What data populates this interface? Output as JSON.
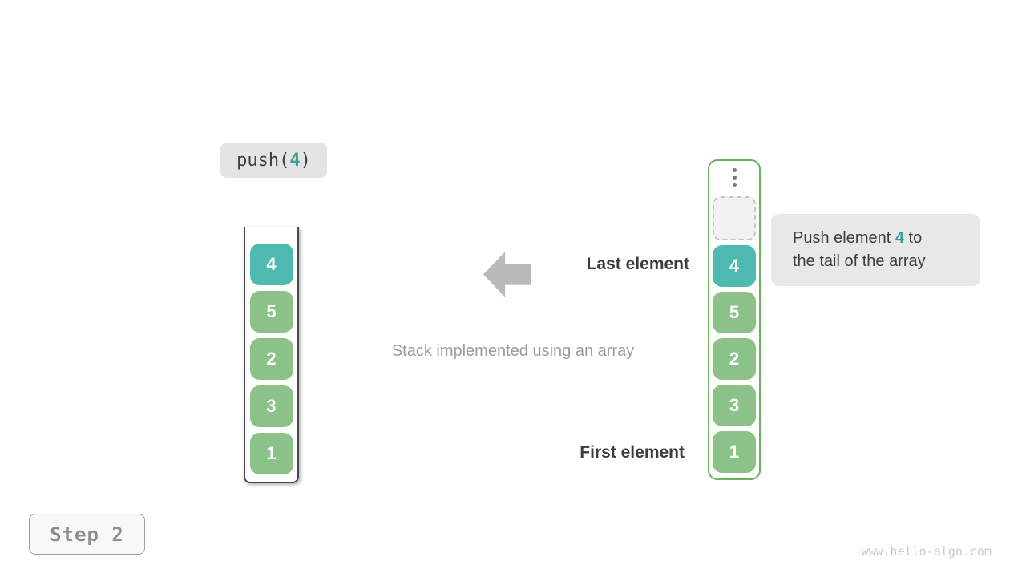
{
  "colors": {
    "teal": "#4ebab0",
    "teal-text": "#3a9d92",
    "green": "#8ac287",
    "green-border": "#6ab35f",
    "cell-text": "#ffffff",
    "text-dark": "#3d3d3d",
    "text-gray": "#9b9b9b",
    "arrow-gray": "#bababa",
    "label-bg": "#e4e4e4",
    "callout-bg": "#e8e8e8",
    "dashed-bg": "#f2f2f2",
    "dashed-border": "#c6c6c6",
    "container-line": "#4a4a4a",
    "dot-gray": "#7a7a7a",
    "step-bg": "#f8f8f8",
    "step-border": "#9e9e9e",
    "step-text": "#8d8d8d",
    "watermark-color": "#c9c9c9"
  },
  "operation": {
    "name": "push(",
    "arg": "4",
    "close": ")"
  },
  "left_stack": {
    "items": [
      {
        "value": "4",
        "highlight": true
      },
      {
        "value": "5",
        "highlight": false
      },
      {
        "value": "2",
        "highlight": false
      },
      {
        "value": "3",
        "highlight": false
      },
      {
        "value": "1",
        "highlight": false
      }
    ]
  },
  "right_stack": {
    "ellipsis_dots": 3,
    "items": [
      {
        "value": "4",
        "highlight": true
      },
      {
        "value": "5",
        "highlight": false
      },
      {
        "value": "2",
        "highlight": false
      },
      {
        "value": "3",
        "highlight": false
      },
      {
        "value": "1",
        "highlight": false
      }
    ]
  },
  "annotations": {
    "last_element": "Last element",
    "first_element": "First element",
    "caption": "Stack implemented using an array"
  },
  "callout": {
    "line1_pre": "Push element ",
    "line1_value": "4",
    "line1_post": " to",
    "line2": "the tail of the array"
  },
  "footer": {
    "step": "Step 2",
    "watermark": "www.hello-algo.com"
  }
}
